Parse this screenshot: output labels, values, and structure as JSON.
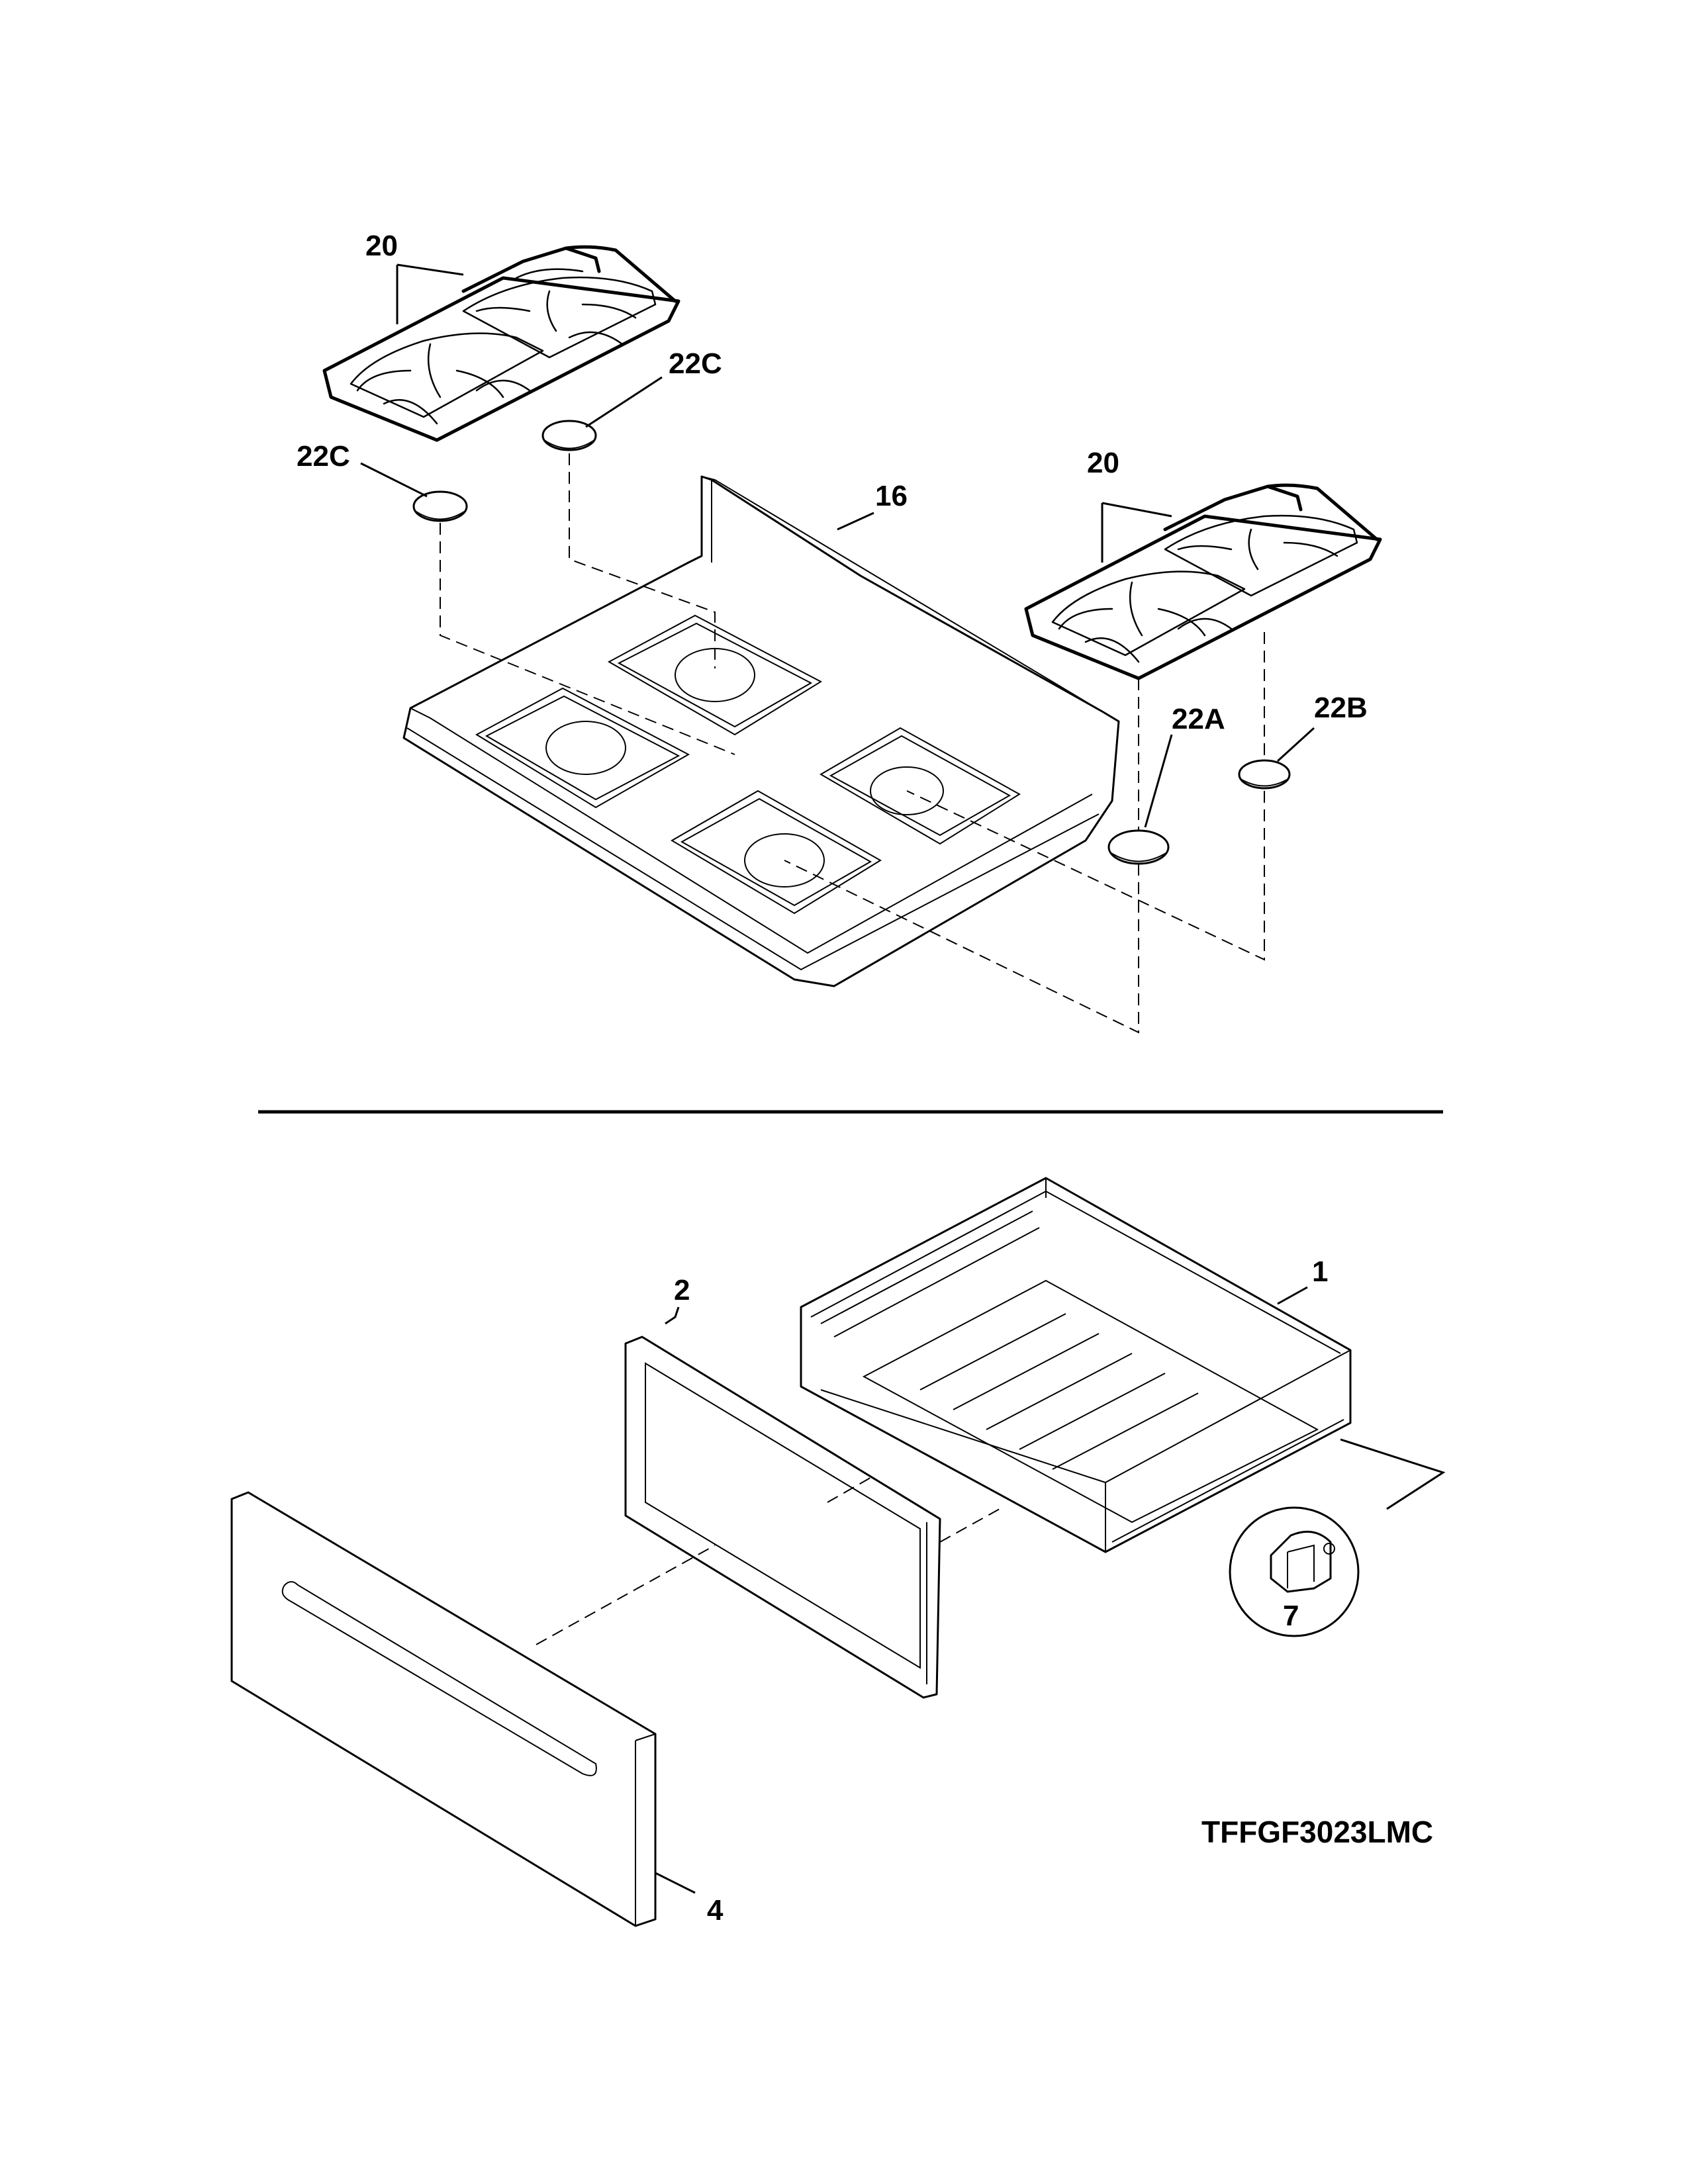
{
  "diagram": {
    "callouts": {
      "grates_left": "20",
      "cap_22c_upper": "22C",
      "cap_22c_lower": "22C",
      "cooktop": "16",
      "grates_right": "20",
      "cap_22a": "22A",
      "cap_22b": "22B",
      "drawer_body": "1",
      "drawer_panel": "2",
      "drawer_front": "4",
      "drawer_clip": "7"
    },
    "model_code": "TFFGF3023LMC"
  }
}
